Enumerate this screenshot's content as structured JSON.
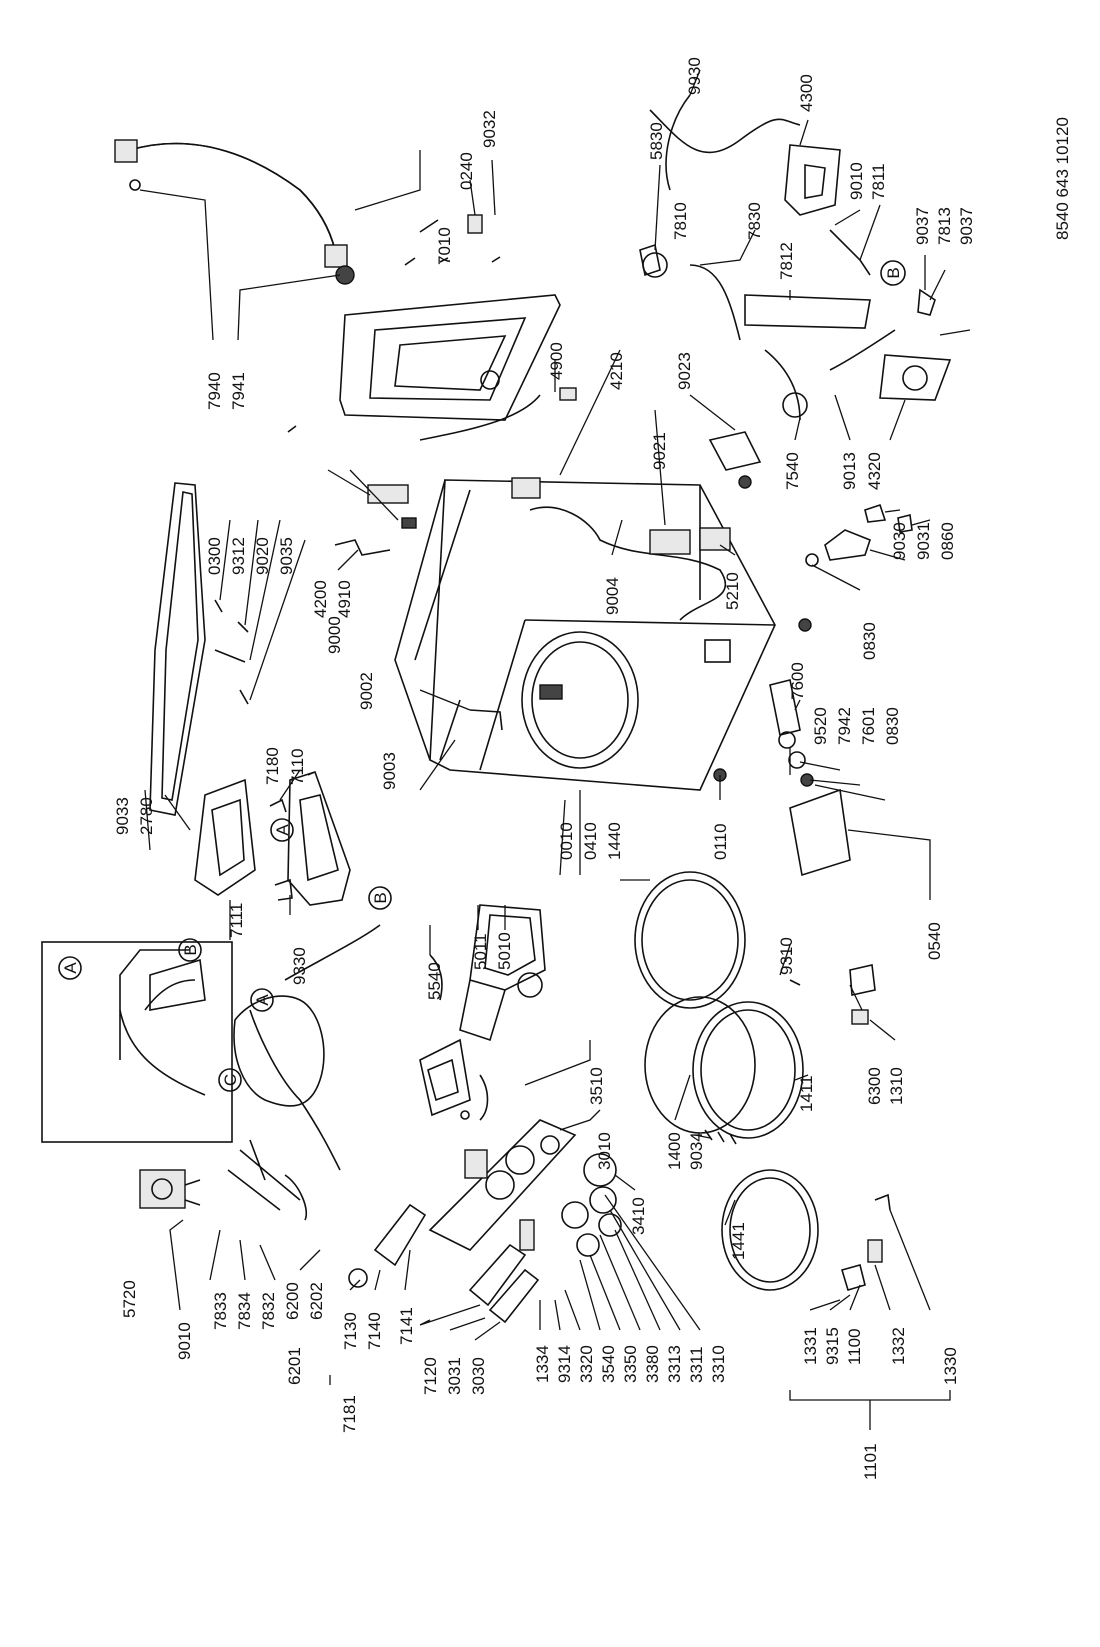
{
  "drawing_number": "8540 643 10120",
  "labels": [
    {
      "id": "p7010",
      "text": "7010"
    },
    {
      "id": "p0240",
      "text": "0240"
    },
    {
      "id": "p9032",
      "text": "9032"
    },
    {
      "id": "p7940",
      "text": "7940"
    },
    {
      "id": "p7941",
      "text": "7941"
    },
    {
      "id": "p0300",
      "text": "0300"
    },
    {
      "id": "p9312",
      "text": "9312"
    },
    {
      "id": "p9020",
      "text": "9020"
    },
    {
      "id": "p9035",
      "text": "9035"
    },
    {
      "id": "p4900",
      "text": "4900"
    },
    {
      "id": "p4210",
      "text": "4210"
    },
    {
      "id": "p4200",
      "text": "4200"
    },
    {
      "id": "p4910",
      "text": "4910"
    },
    {
      "id": "p9000",
      "text": "9000"
    },
    {
      "id": "p9021",
      "text": "9021"
    },
    {
      "id": "p9023",
      "text": "9023"
    },
    {
      "id": "p9004",
      "text": "9004"
    },
    {
      "id": "p5210",
      "text": "5210"
    },
    {
      "id": "p5830",
      "text": "5830"
    },
    {
      "id": "p9930",
      "text": "9930"
    },
    {
      "id": "p7810",
      "text": "7810"
    },
    {
      "id": "p7830",
      "text": "7830"
    },
    {
      "id": "p4300",
      "text": "4300"
    },
    {
      "id": "p9010a",
      "text": "9010"
    },
    {
      "id": "p7811",
      "text": "7811"
    },
    {
      "id": "p7812",
      "text": "7812"
    },
    {
      "id": "p9037a",
      "text": "9037"
    },
    {
      "id": "p7813",
      "text": "7813"
    },
    {
      "id": "p9037b",
      "text": "9037"
    },
    {
      "id": "p9013",
      "text": "9013"
    },
    {
      "id": "p4320",
      "text": "4320"
    },
    {
      "id": "p7540",
      "text": "7540"
    },
    {
      "id": "p9030",
      "text": "9030"
    },
    {
      "id": "p9031",
      "text": "9031"
    },
    {
      "id": "p0860",
      "text": "0860"
    },
    {
      "id": "p0830a",
      "text": "0830"
    },
    {
      "id": "p7600",
      "text": "7600"
    },
    {
      "id": "p9520",
      "text": "9520"
    },
    {
      "id": "p7942",
      "text": "7942"
    },
    {
      "id": "p7601",
      "text": "7601"
    },
    {
      "id": "p0830b",
      "text": "0830"
    },
    {
      "id": "p9002",
      "text": "9002"
    },
    {
      "id": "p9003",
      "text": "9003"
    },
    {
      "id": "p9033",
      "text": "9033"
    },
    {
      "id": "p2780",
      "text": "2780"
    },
    {
      "id": "p7180",
      "text": "7180"
    },
    {
      "id": "p7110",
      "text": "7110"
    },
    {
      "id": "p0010",
      "text": "0010"
    },
    {
      "id": "p0410",
      "text": "0410"
    },
    {
      "id": "p1440",
      "text": "1440"
    },
    {
      "id": "p0110",
      "text": "0110"
    },
    {
      "id": "p0540",
      "text": "0540"
    },
    {
      "id": "p7111",
      "text": "7111"
    },
    {
      "id": "p9330",
      "text": "9330"
    },
    {
      "id": "p5540",
      "text": "5540"
    },
    {
      "id": "p5011",
      "text": "5011"
    },
    {
      "id": "p5010",
      "text": "5010"
    },
    {
      "id": "p9310",
      "text": "9310"
    },
    {
      "id": "p1411",
      "text": "1411"
    },
    {
      "id": "p5720",
      "text": "5720"
    },
    {
      "id": "p3510",
      "text": "3510"
    },
    {
      "id": "p3010",
      "text": "3010"
    },
    {
      "id": "p6300",
      "text": "6300"
    },
    {
      "id": "p1310",
      "text": "1310"
    },
    {
      "id": "p3410",
      "text": "3410"
    },
    {
      "id": "p1400",
      "text": "1400"
    },
    {
      "id": "p9034",
      "text": "9034"
    },
    {
      "id": "p1441",
      "text": "1441"
    },
    {
      "id": "p9010b",
      "text": "9010"
    },
    {
      "id": "p7833",
      "text": "7833"
    },
    {
      "id": "p7834",
      "text": "7834"
    },
    {
      "id": "p7832",
      "text": "7832"
    },
    {
      "id": "p6200",
      "text": "6200"
    },
    {
      "id": "p6202",
      "text": "6202"
    },
    {
      "id": "p6201",
      "text": "6201"
    },
    {
      "id": "p7130",
      "text": "7130"
    },
    {
      "id": "p7140",
      "text": "7140"
    },
    {
      "id": "p7181",
      "text": "7181"
    },
    {
      "id": "p7141",
      "text": "7141"
    },
    {
      "id": "p7120",
      "text": "7120"
    },
    {
      "id": "p3031",
      "text": "3031"
    },
    {
      "id": "p3030",
      "text": "3030"
    },
    {
      "id": "p1334",
      "text": "1334"
    },
    {
      "id": "p9314",
      "text": "9314"
    },
    {
      "id": "p3320",
      "text": "3320"
    },
    {
      "id": "p3540",
      "text": "3540"
    },
    {
      "id": "p3350",
      "text": "3350"
    },
    {
      "id": "p3380",
      "text": "3380"
    },
    {
      "id": "p3313",
      "text": "3313"
    },
    {
      "id": "p3311",
      "text": "3311"
    },
    {
      "id": "p3310",
      "text": "3310"
    },
    {
      "id": "p1331",
      "text": "1331"
    },
    {
      "id": "p9315",
      "text": "9315"
    },
    {
      "id": "p1100",
      "text": "1100"
    },
    {
      "id": "p1332",
      "text": "1332"
    },
    {
      "id": "p1330",
      "text": "1330"
    },
    {
      "id": "p1101",
      "text": "1101"
    }
  ],
  "callouts": [
    {
      "id": "cA1",
      "text": "A"
    },
    {
      "id": "cB1",
      "text": "B"
    },
    {
      "id": "cA2",
      "text": "A"
    },
    {
      "id": "cB2",
      "text": "B"
    },
    {
      "id": "cC",
      "text": "C"
    },
    {
      "id": "cA3",
      "text": "A"
    },
    {
      "id": "cB3",
      "text": "B"
    }
  ]
}
